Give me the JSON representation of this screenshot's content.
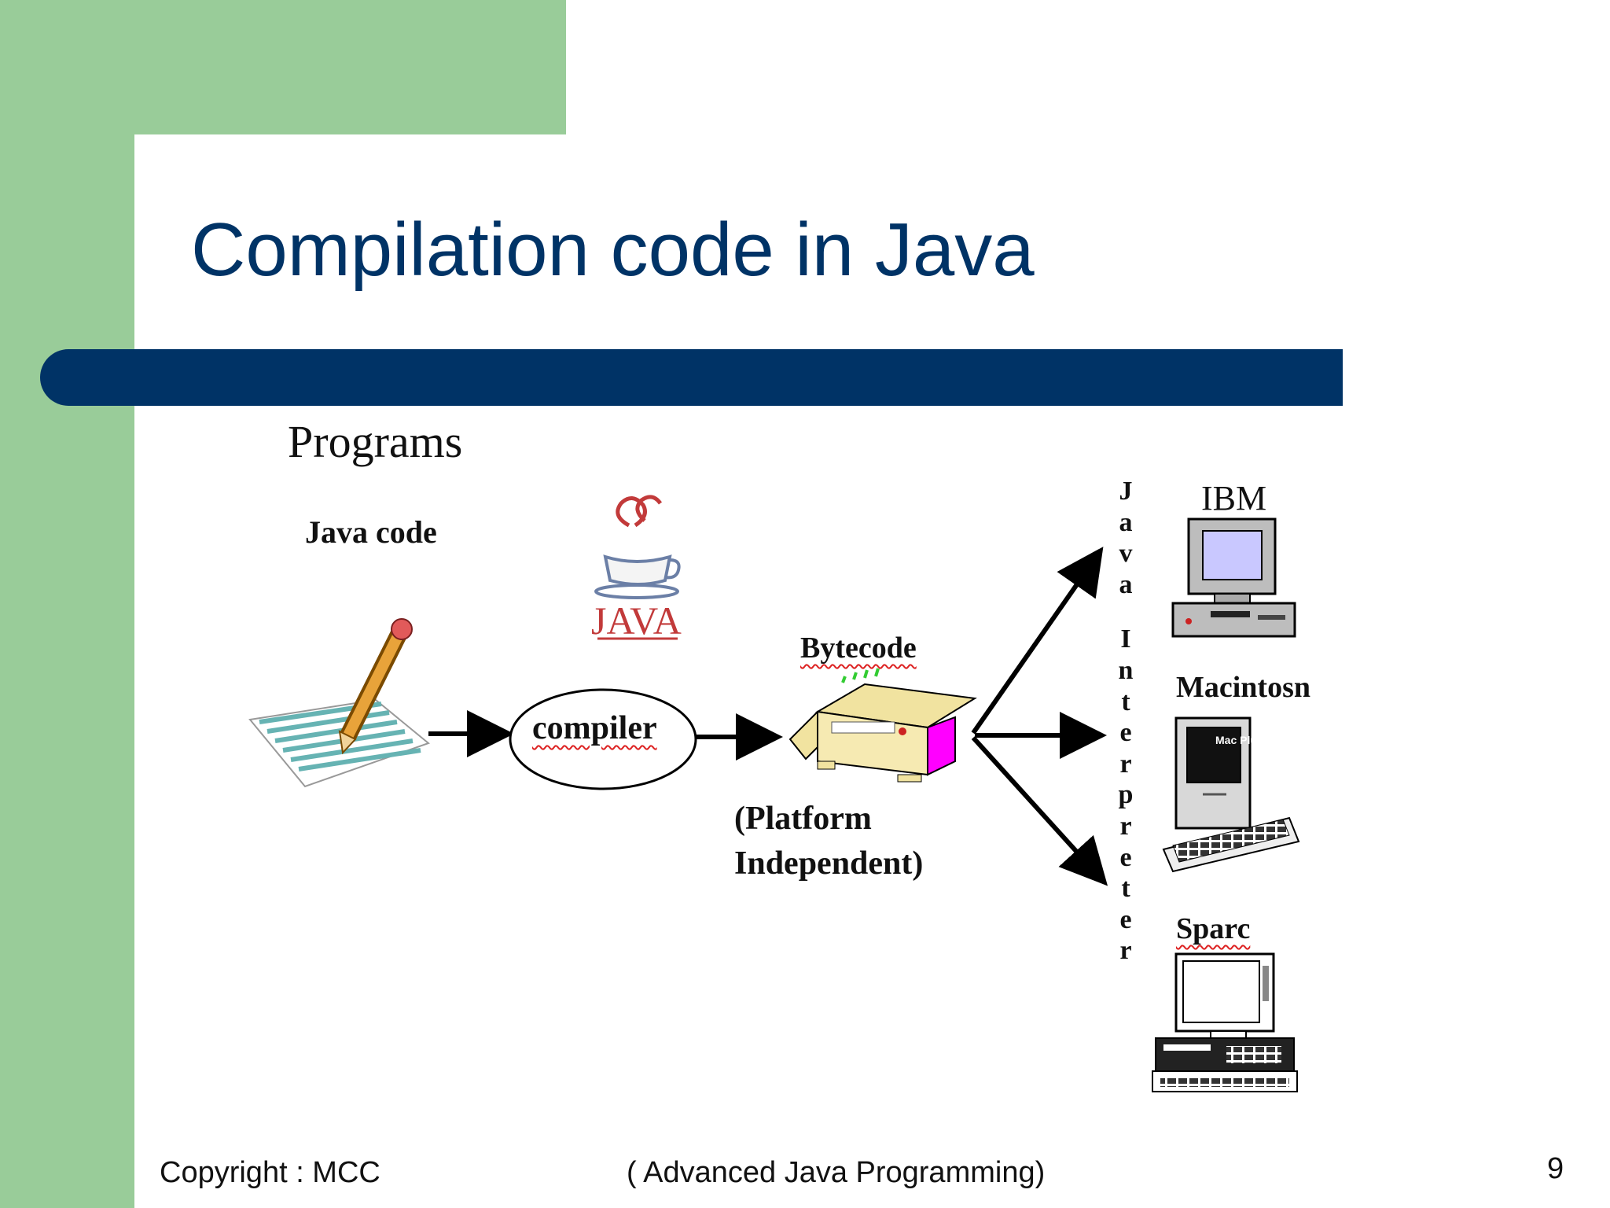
{
  "slide": {
    "title": "Compilation code in Java",
    "colors": {
      "accent": "#003366",
      "sidebar": "#99cc99",
      "background": "#ffffff"
    }
  },
  "diagram": {
    "programs_label": "Programs",
    "java_code_label": "Java code",
    "compiler_label": "compiler",
    "bytecode_label": "Bytecode",
    "platform_line1": "(Platform",
    "platform_line2": "Independent)",
    "java_logo_text": "JAVA",
    "interpreter_label": "Java Interpreter",
    "targets": [
      {
        "name": "IBM",
        "icon": "ibm-pc-icon"
      },
      {
        "name": "Macintosn",
        "icon": "macintosh-icon"
      },
      {
        "name": "Sparc",
        "icon": "sparc-workstation-icon"
      }
    ],
    "mac_screen_text": "Mac Plu",
    "icons": [
      "notepad-pencil-icon",
      "java-coffee-cup-icon",
      "bytecode-box-icon"
    ]
  },
  "footer": {
    "copyright": "Copyright : MCC",
    "course": "( Advanced Java Programming)",
    "page_number": "9"
  }
}
